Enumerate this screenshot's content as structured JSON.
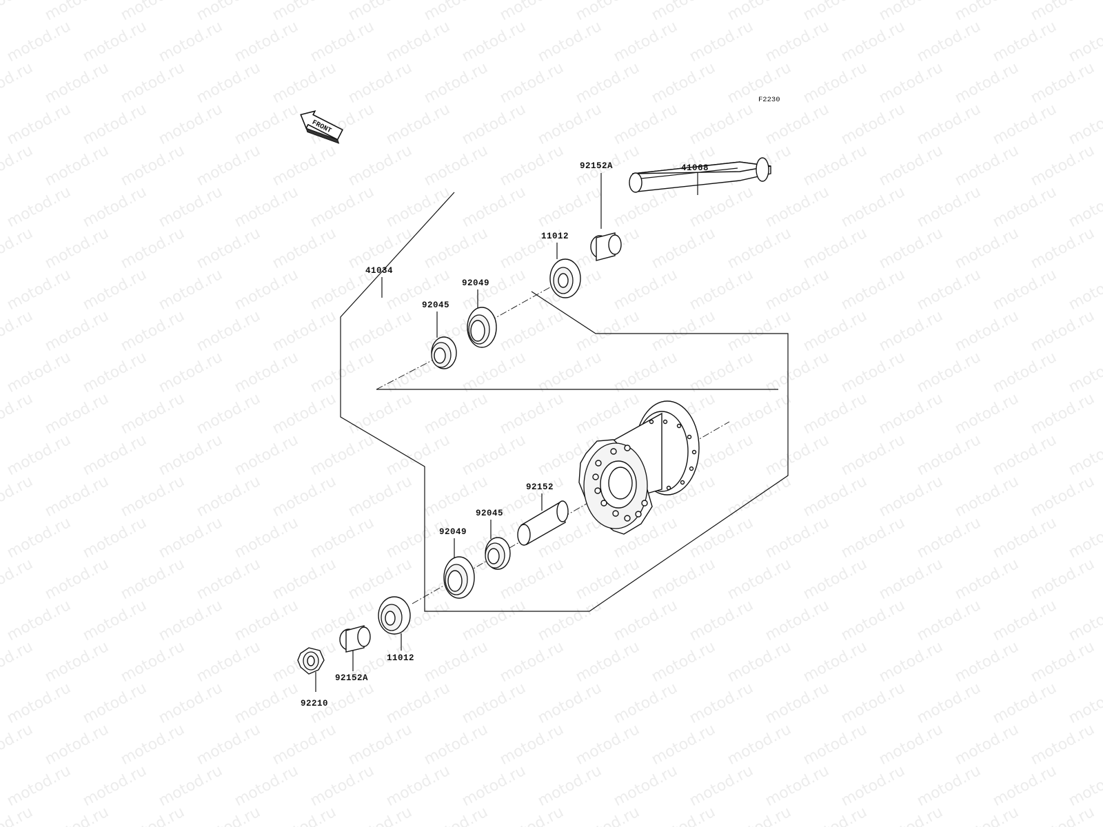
{
  "watermark": "motod.ru",
  "diagram_code": "F2230",
  "front_label": "FRONT",
  "labels": {
    "axle": "41068",
    "spacer_top": "92152A",
    "seal_top": "11012",
    "hub_assy": "41034",
    "oil_seal_top": "92049",
    "bearing_top": "92045",
    "collar_center": "92152",
    "bearing_bottom": "92045",
    "oil_seal_bottom": "92049",
    "seal_bottom": "11012",
    "spacer_bottom": "92152A",
    "nut": "92210"
  }
}
